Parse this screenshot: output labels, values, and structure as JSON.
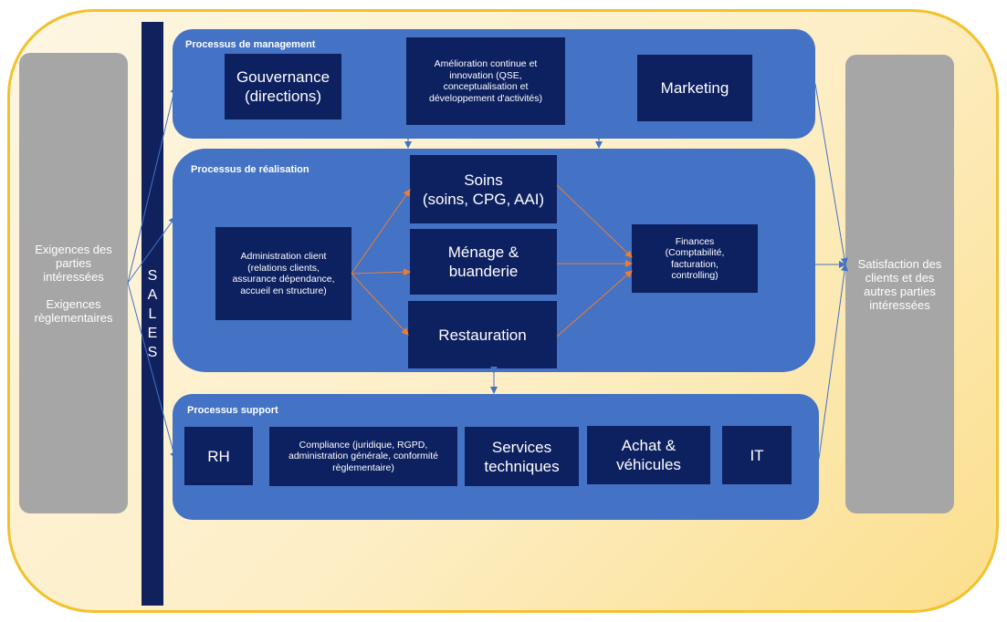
{
  "left_panel": {
    "line1": "Exigences des\nparties\nintéressées",
    "line2": "Exigences\nrèglementaires"
  },
  "right_panel": {
    "text": "Satisfaction des\nclients et des\nautres parties\nintéressées"
  },
  "sales": {
    "label": "S\nA\nL\nE\nS"
  },
  "management": {
    "title": "Processus de management",
    "gouvernance": "Gouvernance\n(directions)",
    "amelioration": "Amélioration continue et\ninnovation (QSE,\nconceptualisation et\ndéveloppement d'activités)",
    "marketing": "Marketing"
  },
  "realisation": {
    "title": "Processus de réalisation",
    "administration": "Administration client\n(relations clients,\nassurance dépendance,\naccueil en structure)",
    "soins": "Soins\n(soins, CPG, AAI)",
    "menage": "Ménage &\nbuanderie",
    "restauration": "Restauration",
    "finances": "Finances\n(Comptabilité,\nfacturation,\ncontrolling)"
  },
  "support": {
    "title": "Processus support",
    "rh": "RH",
    "compliance": "Compliance (juridique, RGPD,\nadministration générale, conformité\nrèglementaire)",
    "services": "Services\ntechniques",
    "achat": "Achat &\nvéhicules",
    "it": "IT"
  },
  "colors": {
    "band": "#4472c4",
    "box": "#0d2060",
    "arrow_blue": "#4472c4",
    "arrow_orange": "#ed7d31",
    "outer_border": "#f2c12e",
    "gray": "#a6a6a6"
  }
}
